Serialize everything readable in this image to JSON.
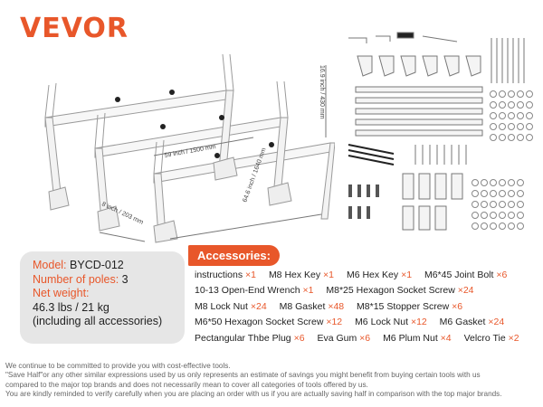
{
  "brand": "VEVOR",
  "dimensions": {
    "height": "16.9 inch / 430 mm",
    "length": "64.6 inch / 1640 mm",
    "width": "59 inch / 1500 mm",
    "depth": "8 inch / 203 mm"
  },
  "spec": {
    "model_label": "Model:",
    "model_value": "BYCD-012",
    "poles_label": "Number of poles:",
    "poles_value": "3",
    "weight_label": "Net weight:",
    "weight_value": "46.3 lbs / 21 kg",
    "weight_note": "(including all accessories)"
  },
  "accessories_title": "Accessories:",
  "accessories_rows": [
    [
      {
        "name": "instructions",
        "qty": "×1"
      },
      {
        "name": "M8 Hex Key",
        "qty": "×1"
      },
      {
        "name": "M6 Hex Key",
        "qty": "×1"
      },
      {
        "name": "M6*45 Joint Bolt",
        "qty": "×6"
      }
    ],
    [
      {
        "name": "10-13 Open-End Wrench",
        "qty": "×1"
      },
      {
        "name": "M8*25 Hexagon Socket Screw",
        "qty": "×24"
      }
    ],
    [
      {
        "name": "M8 Lock Nut",
        "qty": "×24"
      },
      {
        "name": "M8 Gasket",
        "qty": "×48"
      },
      {
        "name": "M8*15 Stopper Screw",
        "qty": "×6"
      }
    ],
    [
      {
        "name": "M6*50 Hexagon Socket Screw",
        "qty": "×12"
      },
      {
        "name": "M6 Lock Nut",
        "qty": "×12"
      },
      {
        "name": "M6 Gasket",
        "qty": "×24"
      }
    ],
    [
      {
        "name": "Pectangular Thbe Plug",
        "qty": "×6"
      },
      {
        "name": "Eva Gum",
        "qty": "×6"
      },
      {
        "name": "M6 Plum Nut",
        "qty": "×4"
      },
      {
        "name": "Velcro Tie",
        "qty": "×2"
      }
    ]
  ],
  "disclaimer": [
    "We continue to be committed to provide you with cost-effective tools.",
    "\"Save Half\"or any other similar expressions used by us only represents an estimate of savings you might benefit from buying certain tools with us",
    "compared to the major top brands and does not necessarily mean to cover all categories of tools offered by us.",
    "You are kindly reminded to verify carefully when you are placing an order with us if you are actually saving half in comparison with the top major brands."
  ],
  "colors": {
    "brand": "#e8572a",
    "spec_bg": "#e6e6e6"
  }
}
